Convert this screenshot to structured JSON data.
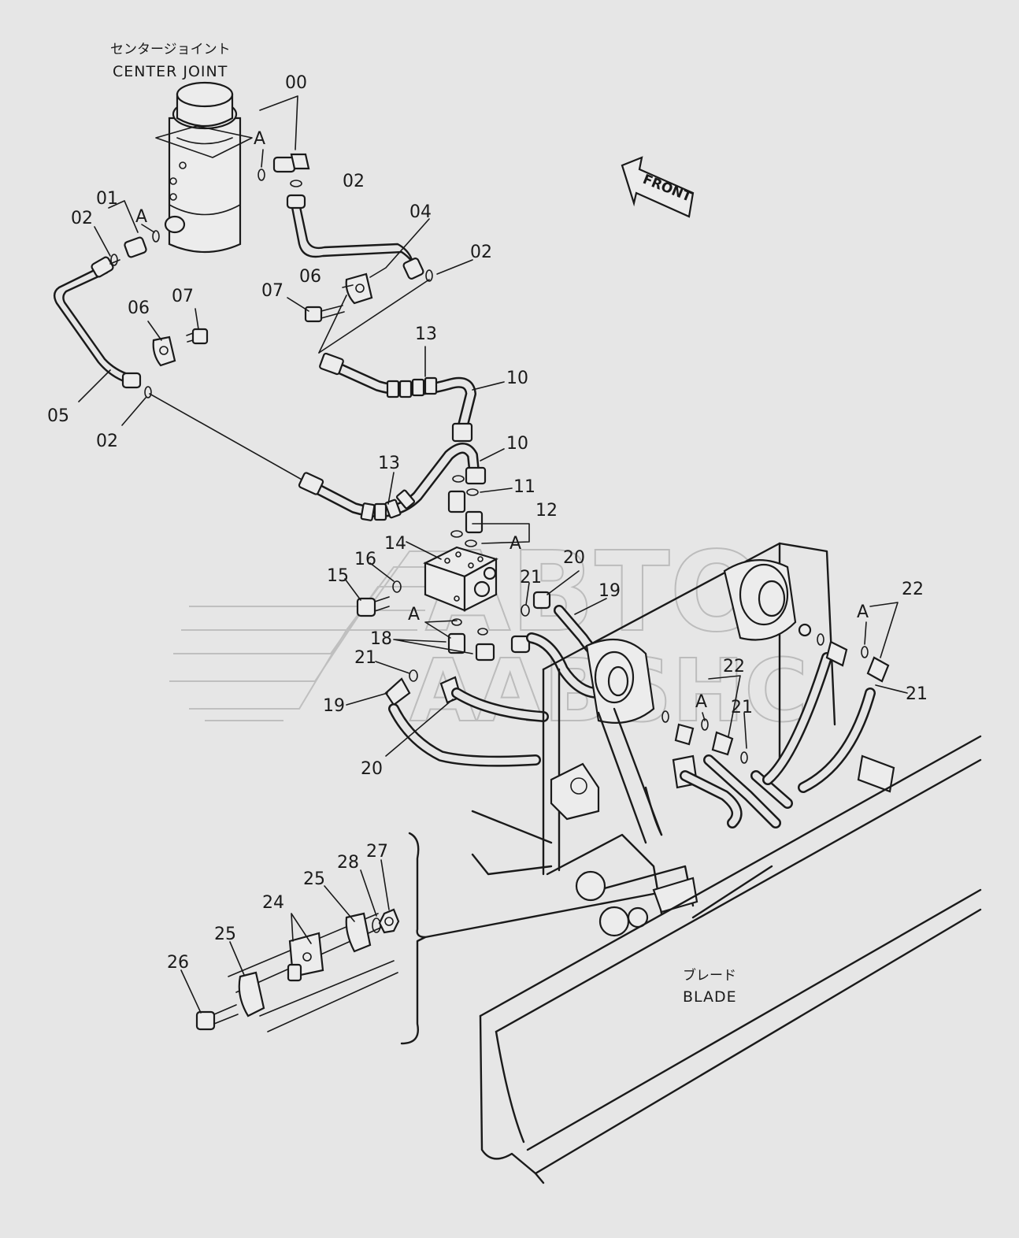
{
  "titles": {
    "center_joint_jp": "センタージョイント",
    "center_joint_en": "CENTER JOINT",
    "blade_jp": "ブレード",
    "blade_en": "BLADE",
    "front": "FRONT"
  },
  "watermark": {
    "line1": "ABTO",
    "line2": "AABSHC"
  },
  "callouts": {
    "c00": "00",
    "c01": "01",
    "c02a": "02",
    "c02b": "02",
    "c02c": "02",
    "c02d": "02",
    "c04": "04",
    "c05": "05",
    "c06a": "06",
    "c06b": "06",
    "c07a": "07",
    "c07b": "07",
    "c10a": "10",
    "c10b": "10",
    "c11": "11",
    "c12": "12",
    "c13a": "13",
    "c13b": "13",
    "c14": "14",
    "c15": "15",
    "c16": "16",
    "c18": "18",
    "c19a": "19",
    "c19b": "19",
    "c20a": "20",
    "c20b": "20",
    "c21a": "21",
    "c21b": "21",
    "c21c": "21",
    "c21d": "21",
    "c22a": "22",
    "c22b": "22",
    "c24": "24",
    "c25a": "25",
    "c25b": "25",
    "c26": "26",
    "c27": "27",
    "c28": "28",
    "a1": "A",
    "a2": "A",
    "a3": "A",
    "a4": "A",
    "a5": "A",
    "a6": "A"
  },
  "colors": {
    "background": "#e6e6e6",
    "ink": "#1a1a1a",
    "watermark": "#9a9a9a"
  }
}
